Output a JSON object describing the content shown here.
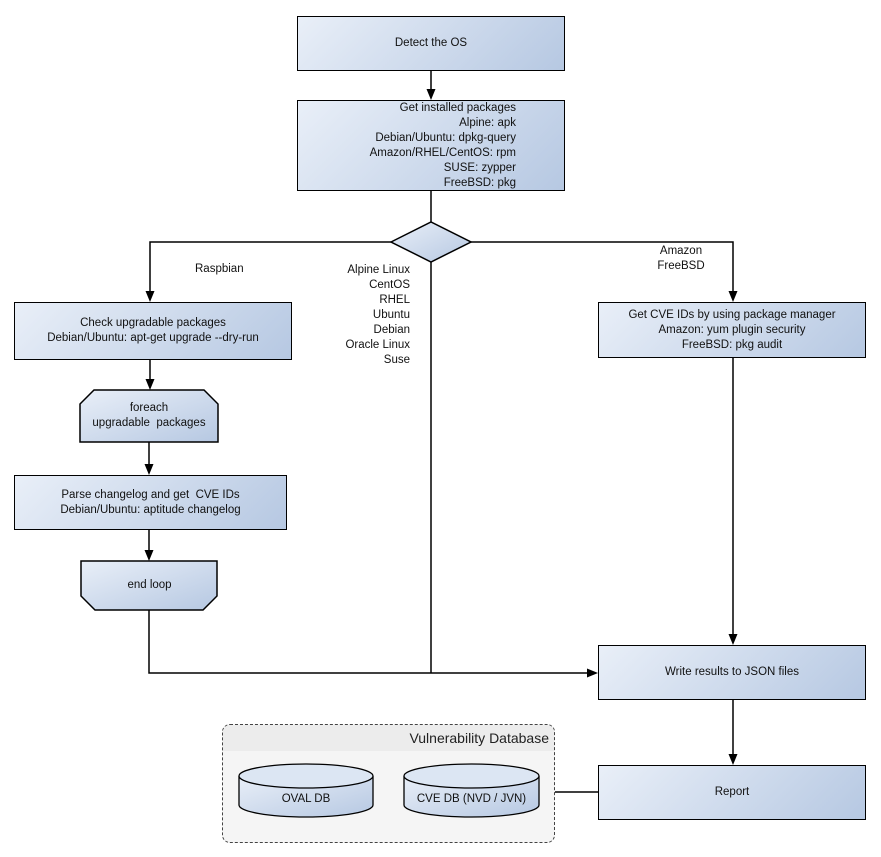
{
  "nodes": {
    "detect_os": {
      "label": "Detect the OS"
    },
    "get_packages": {
      "label": "Get installed packages\nAlpine: apk\nDebian/Ubuntu: dpkg-query\nAmazon/RHEL/CentOS: rpm\nSUSE: zypper\nFreeBSD: pkg"
    },
    "check_upgradable": {
      "label": "Check upgradable packages\nDebian/Ubuntu: apt-get upgrade --dry-run"
    },
    "foreach_loop": {
      "label": "foreach\nupgradable  packages"
    },
    "parse_changelog": {
      "label": "Parse changelog and get  CVE IDs\nDebian/Ubuntu: aptitude changelog"
    },
    "end_loop": {
      "label": "end loop"
    },
    "get_cve_ids": {
      "label": "Get CVE IDs by using package manager\nAmazon: yum plugin security\nFreeBSD: pkg audit"
    },
    "write_results": {
      "label": "Write results to JSON files"
    },
    "report": {
      "label": "Report"
    }
  },
  "branch_labels": {
    "left": "Raspbian",
    "middle": "Alpine Linux\nCentOS\nRHEL\nUbuntu\nDebian\nOracle Linux\nSuse",
    "right": "Amazon\nFreeBSD"
  },
  "database": {
    "title": "Vulnerability Database",
    "cylinders": [
      {
        "label": "OVAL DB"
      },
      {
        "label": "CVE DB (NVD / JVN)"
      }
    ]
  },
  "colors": {
    "node_fill_light": "#e9eff8",
    "node_fill_dark": "#b6c8e2",
    "node_border": "#000000",
    "connector": "#000000",
    "db_container_fill": "#f5f5f5",
    "db_header_fill": "#ececec"
  }
}
